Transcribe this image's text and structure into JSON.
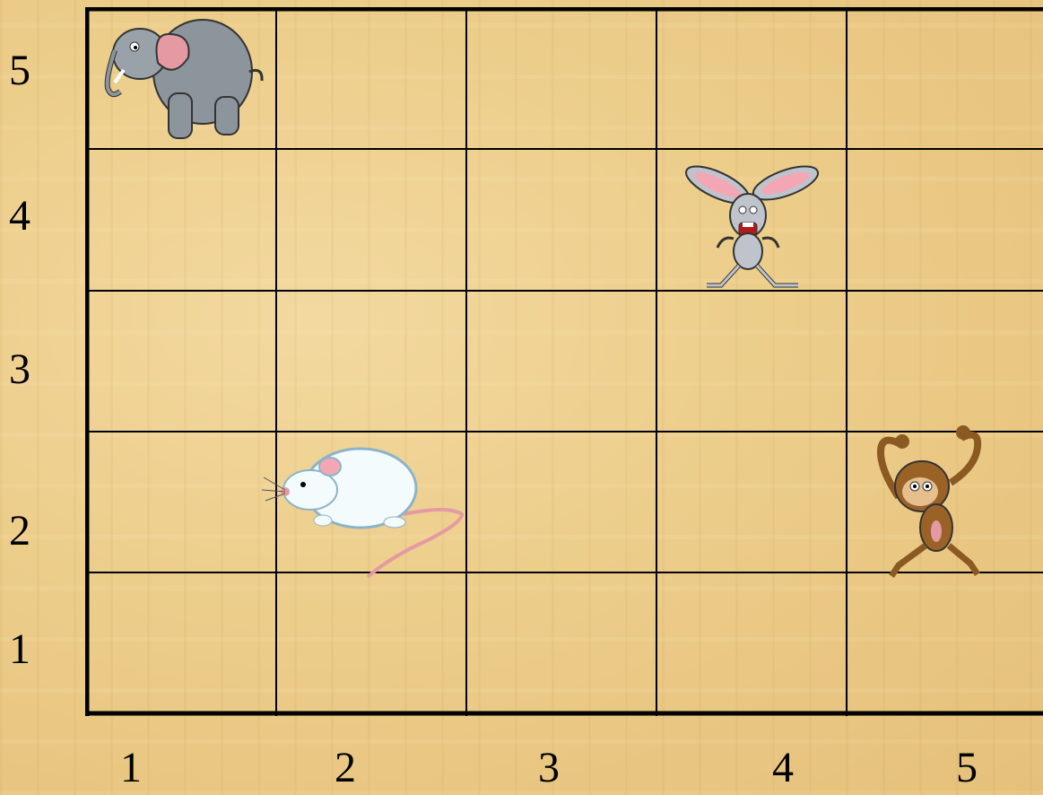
{
  "grid": {
    "columns": 5,
    "rows": 5,
    "x_axis_labels": [
      "1",
      "2",
      "3",
      "4",
      "5"
    ],
    "y_axis_labels": [
      "5",
      "4",
      "3",
      "2",
      "1"
    ]
  },
  "pieces": [
    {
      "name": "elephant",
      "col": 1,
      "row": 5
    },
    {
      "name": "rabbit",
      "col": 4,
      "row": 4
    },
    {
      "name": "mouse",
      "col": 2,
      "row": 2
    },
    {
      "name": "monkey",
      "col": 5,
      "row": 2
    }
  ],
  "colors": {
    "grid_line": "#000000",
    "background": "#eccd8a"
  }
}
